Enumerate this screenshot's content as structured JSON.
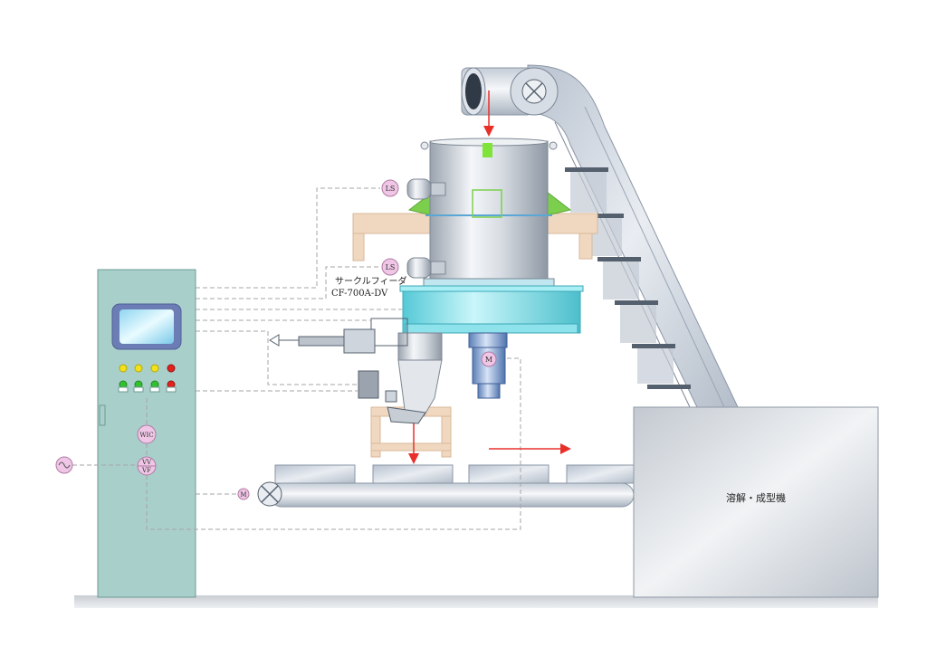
{
  "diagram": {
    "feeder_name": "サークルフィーダ",
    "feeder_model": "CF-700A-DV",
    "process_label": "溶解・成型機",
    "instruments": {
      "level_switch_upper": "LS",
      "level_switch_lower": "LS",
      "motor_feeder": "M",
      "motor_conveyor": "M",
      "weight_controller": "WIC",
      "inverter_top": "VV",
      "inverter_bottom": "VF"
    },
    "indicator_lamps": {
      "top_row": [
        "yellow",
        "yellow",
        "yellow",
        "red"
      ],
      "bottom_row": [
        "green",
        "green",
        "green",
        "red"
      ]
    },
    "colors": {
      "panel": "#a9cfcb",
      "flow_arrow": "#e8302a",
      "feeder_ring": "#7fe6ef",
      "frame": "#f0d8c0",
      "instrument_bubble": "#efc6e6"
    }
  }
}
